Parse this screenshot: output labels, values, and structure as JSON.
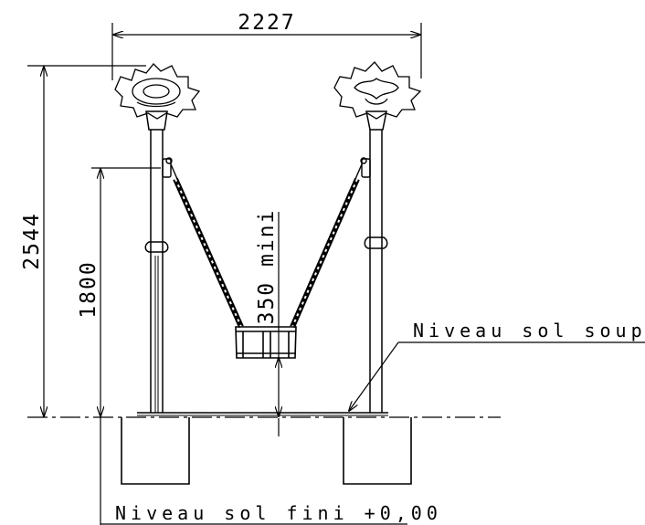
{
  "dimensions": {
    "width_overall": "2227",
    "height_overall": "2544",
    "height_attachment": "1800",
    "seat_clearance": "350 mini"
  },
  "notes": {
    "soft_ground": "Niveau sol souple",
    "finished_ground": "Niveau sol fini +0,00"
  },
  "colors": {
    "line": "#000000",
    "background": "#ffffff"
  }
}
